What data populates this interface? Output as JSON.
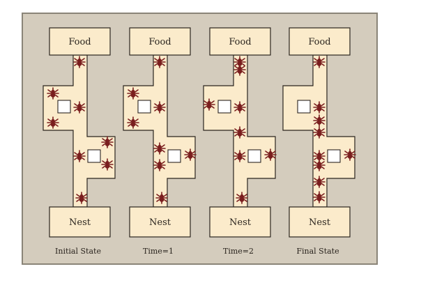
{
  "colors": {
    "panel_bg": "#d4ccbd",
    "panel_border": "#8a8478",
    "corridor_fill": "#fbebcb",
    "corridor_stroke": "#2a241e",
    "ant": "#7a1e1e",
    "text": "#2a241e",
    "box_fill": "#ffffff"
  },
  "states": [
    {
      "food_label": "Food",
      "nest_label": "Nest",
      "caption": "Initial State",
      "ants": [
        {
          "pos": "upper-neck"
        },
        {
          "pos": "left-bay-top"
        },
        {
          "pos": "left-bay-bottom"
        },
        {
          "pos": "mid-right-upper"
        },
        {
          "pos": "middle-left"
        },
        {
          "pos": "right-bay-top"
        },
        {
          "pos": "right-bay-bottom"
        },
        {
          "pos": "lower-neck"
        }
      ]
    },
    {
      "food_label": "Food",
      "nest_label": "Nest",
      "caption": "Time=1",
      "ants": [
        {
          "pos": "upper-neck"
        },
        {
          "pos": "left-bay-top"
        },
        {
          "pos": "left-bay-bottom"
        },
        {
          "pos": "mid-right-upper"
        },
        {
          "pos": "middle-left-a"
        },
        {
          "pos": "middle-left-b"
        },
        {
          "pos": "right-bay-edge"
        },
        {
          "pos": "lower-neck"
        }
      ]
    },
    {
      "food_label": "Food",
      "nest_label": "Nest",
      "caption": "Time=2",
      "ants": [
        {
          "pos": "upper-neck"
        },
        {
          "pos": "upper-neck-low"
        },
        {
          "pos": "left-bay-edge"
        },
        {
          "pos": "mid-right-upper"
        },
        {
          "pos": "corridor-mid"
        },
        {
          "pos": "middle-left"
        },
        {
          "pos": "right-bay-edge"
        },
        {
          "pos": "lower-neck"
        }
      ]
    },
    {
      "food_label": "Food",
      "nest_label": "Nest",
      "caption": "Final State",
      "ants": [
        {
          "pos": "upper-neck"
        },
        {
          "pos": "mid-right-upper"
        },
        {
          "pos": "mid-right-lower"
        },
        {
          "pos": "corridor-mid"
        },
        {
          "pos": "right-bay-edge"
        },
        {
          "pos": "middle-left"
        },
        {
          "pos": "middle-left-b"
        },
        {
          "pos": "lower-neck-a"
        },
        {
          "pos": "lower-neck-b"
        }
      ]
    }
  ]
}
